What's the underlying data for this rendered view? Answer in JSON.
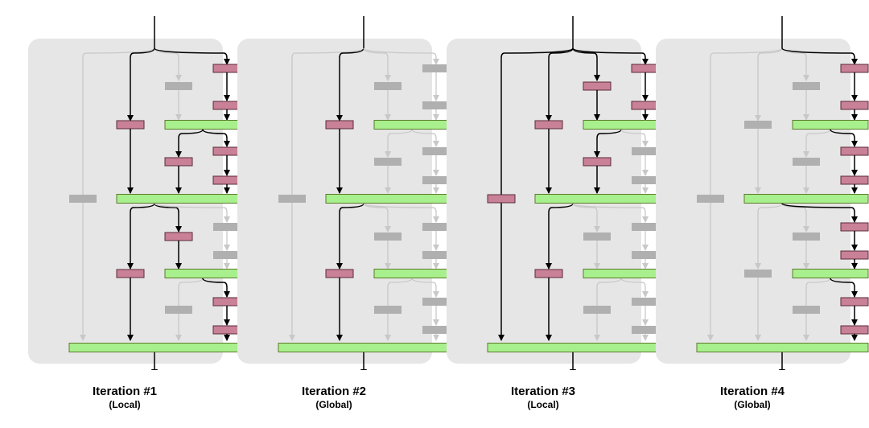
{
  "iterations": [
    {
      "title": "Iteration #1",
      "subtitle": "(Local)"
    },
    {
      "title": "Iteration #2",
      "subtitle": "(Global)"
    },
    {
      "title": "Iteration #3",
      "subtitle": "(Local)"
    },
    {
      "title": "Iteration #4",
      "subtitle": "(Global)"
    }
  ],
  "colors": {
    "panel_background": "#e6e6e6",
    "active_edge": "#000000",
    "inactive_edge": "#c8c8c8",
    "active_block": "#c98197",
    "inactive_block": "#b0b0b0",
    "merge_bar": "#a8f08d"
  }
}
